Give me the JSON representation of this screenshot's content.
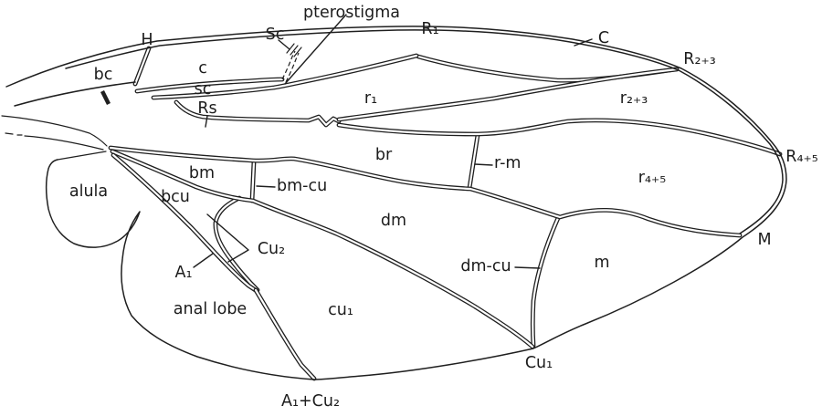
{
  "figure": {
    "type": "insect-wing-venation-diagram",
    "background_color": "#ffffff",
    "line_color": "#1f1f1f"
  },
  "labels": {
    "pterostigma": "pterostigma",
    "H": "H",
    "Sc": "Sc",
    "C": "C",
    "R1": "R₁",
    "R2_3": "R₂₊₃",
    "R4_5": "R₄₊₅",
    "Rs": "Rs",
    "M": "M",
    "Cu1": "Cu₁",
    "Cu2": "Cu₂",
    "A1": "A₁",
    "A1_Cu2": "A₁+Cu₂",
    "cell_bc": "bc",
    "cell_c": "c",
    "cell_sc": "sc",
    "cell_r1": "r₁",
    "cell_r2_3": "r₂₊₃",
    "cell_r4_5": "r₄₊₅",
    "cell_br": "br",
    "cell_bm": "bm",
    "cell_bcu": "bcu",
    "cell_dm": "dm",
    "cell_m": "m",
    "cell_cu1": "cu₁",
    "crossvein_rm": "r-m",
    "crossvein_bmcu": "bm-cu",
    "crossvein_dmcu": "dm-cu",
    "alula": "alula",
    "anal_lobe": "anal lobe"
  }
}
